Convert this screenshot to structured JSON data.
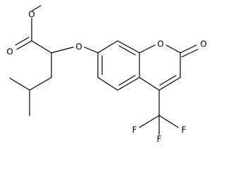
{
  "molecule": {
    "atom_labels": {
      "ester_o_methyl": "O",
      "ester_o_carbonyl": "O",
      "ether_o": "O",
      "ring_o": "O",
      "lactone_o": "O",
      "f_left": "F",
      "f_bottom": "F",
      "f_right": "F"
    }
  }
}
